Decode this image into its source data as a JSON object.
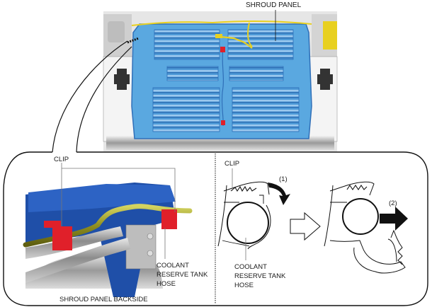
{
  "figure": {
    "top_view": {
      "label_shroud_panel": "SHROUD PANEL"
    },
    "detail_left": {
      "label_clip": "CLIP",
      "label_hose_line1": "COOLANT",
      "label_hose_line2": "RESERVE TANK",
      "label_hose_line3": "HOSE",
      "caption": "SHROUD PANEL BACKSIDE"
    },
    "detail_right": {
      "label_clip": "CLIP",
      "step1": "(1)",
      "step2": "(2)",
      "label_hose_line1": "COOLANT",
      "label_hose_line2": "RESERVE TANK",
      "label_hose_line3": "HOSE"
    }
  },
  "colors": {
    "panel_blue": "#5aa8e0",
    "panel_blue_dark": "#2f6fb8",
    "backside_blue": "#1f4fa8",
    "clip_red": "#e0202a",
    "hose_olive": "#9a9a2a",
    "harness_yellow": "#e8d020",
    "outline": "#111111"
  }
}
